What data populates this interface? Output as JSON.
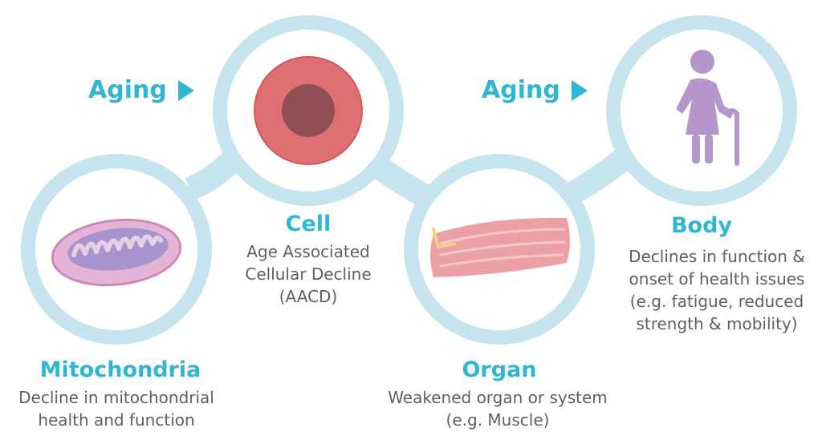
{
  "aging_labels": [
    "Aging",
    "Aging"
  ],
  "stages": {
    "mitochondria": {
      "title": "Mitochondria",
      "description": [
        "Decline in mitochondrial",
        "health and function"
      ]
    },
    "cell": {
      "title": "Cell",
      "description": [
        "Age Associated",
        "Cellular Decline",
        "(AACD)"
      ]
    },
    "organ": {
      "title": "Organ",
      "description": [
        "Weakened organ or system",
        "(e.g. Muscle)"
      ]
    },
    "body": {
      "title": "Body",
      "description": [
        "Declines in function &",
        "onset of health issues",
        "(e.g. fatigue, reduced",
        "strength & mobility)"
      ]
    }
  },
  "colors": {
    "ring": "#c5e4ee",
    "accent": "#2fb6d3",
    "text": "#5f5f5f",
    "cell": "#de6f73",
    "nucleus": "#8f4f55",
    "figure": "#b596cb",
    "mitochondria_outer": "#e4b4d6",
    "mitochondria_inner": "#a993cc",
    "muscle": "#eba0a6"
  },
  "icons": [
    "mitochondria-icon",
    "cell-icon",
    "muscle-icon",
    "elderly-person-icon",
    "play-triangle-icon"
  ]
}
